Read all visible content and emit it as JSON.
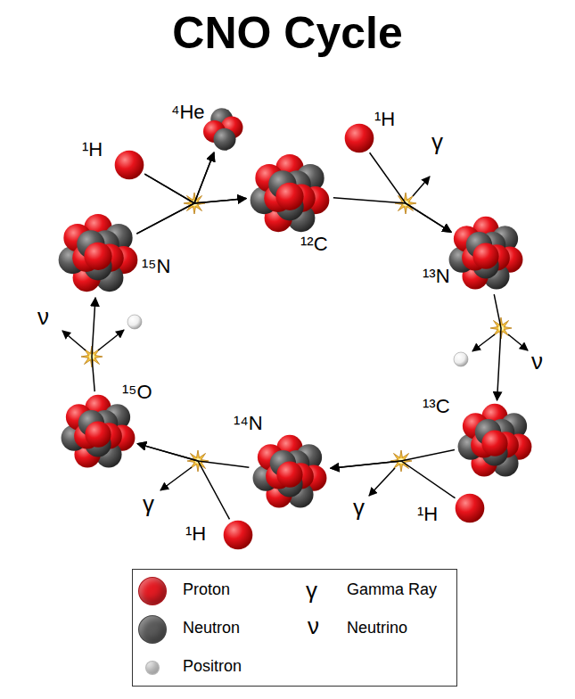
{
  "diagram": {
    "title": "CNO Cycle",
    "nodes": [
      {
        "text": [
          "⁴He"
        ]
      },
      {
        "text": [
          "¹H"
        ]
      },
      {
        "text": [
          "¹²C"
        ]
      },
      {
        "text": [
          "¹H"
        ]
      },
      {
        "text": [
          "¹⁵N"
        ]
      },
      {
        "text": [
          "¹³N"
        ]
      },
      {
        "text": [
          "¹⁵O"
        ]
      },
      {
        "text": [
          "¹³C"
        ]
      },
      {
        "text": [
          "¹⁴N"
        ]
      },
      {
        "text": [
          "¹H"
        ]
      },
      {
        "text": [
          "¹H"
        ]
      }
    ],
    "edges": [
      {
        "from": 2,
        "to": 5,
        "arrow": "to"
      },
      {
        "from": 3,
        "to": 5,
        "arrow": "to"
      },
      {
        "from": 5,
        "to": 7,
        "arrow": "to"
      },
      {
        "from": 7,
        "to": 8,
        "arrow": "to"
      },
      {
        "from": 9,
        "to": 8,
        "arrow": "to"
      },
      {
        "from": 8,
        "to": 6,
        "arrow": "to"
      },
      {
        "from": 10,
        "to": 6,
        "arrow": "to"
      },
      {
        "from": 6,
        "to": 4,
        "arrow": "to"
      },
      {
        "from": 4,
        "to": 2,
        "arrow": "to"
      },
      {
        "from": 1,
        "to": 2,
        "arrow": "to"
      },
      {
        "from": 4,
        "to": 0,
        "arrow": "to"
      },
      {
        "from": 1,
        "to": 0,
        "arrow": "to"
      }
    ],
    "labels": [
      "γ",
      "ν",
      "γ",
      "γ",
      "ν",
      "γ",
      "ν"
    ],
    "legend": [
      {
        "text": "Proton",
        "color": "#e31b23"
      },
      {
        "text": "Neutron",
        "color": "#5b5b5b"
      },
      {
        "text": "Positron",
        "color": "#f2f2f2"
      },
      {
        "text": "Gamma Ray"
      },
      {
        "text": "Neutrino"
      }
    ]
  }
}
